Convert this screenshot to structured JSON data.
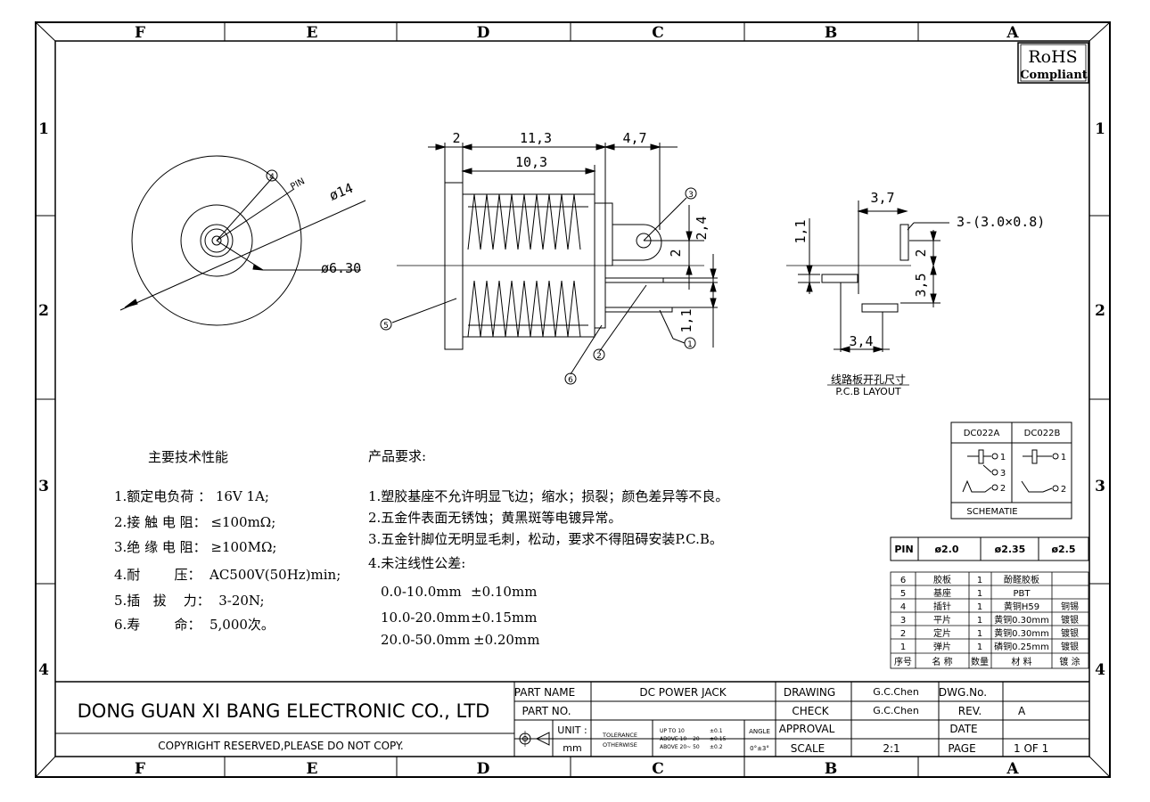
{
  "frame": {
    "columns": [
      "F",
      "E",
      "D",
      "C",
      "B",
      "A"
    ],
    "rows": [
      "1",
      "2",
      "3",
      "4"
    ]
  },
  "rohs": {
    "line1": "RoHS",
    "line2": "Compliant"
  },
  "front_view": {
    "balloon": "4",
    "pin_label": "PIN",
    "dia_outer": "ø14",
    "dia_inner": "ø6.30"
  },
  "side_view": {
    "dim_top_left": "2",
    "dim_top_mid": "11,3",
    "dim_top_right": "4,7",
    "dim_second": "10,3",
    "dim_v1": "2,4",
    "dim_v2": "2",
    "dim_v3": "1,1",
    "balloons": [
      "3",
      "5",
      "6",
      "2",
      "1"
    ]
  },
  "pcb_layout": {
    "dim_width": "3,7",
    "dim_slot": "3-(3.0×0.8)",
    "dim_left": "1,1",
    "dim_small": "2",
    "dim_mid": "3,5",
    "dim_bottom": "3,4",
    "caption_cn": "线路板开孔尺寸",
    "caption_en": "P.C.B LAYOUT"
  },
  "schematic": {
    "col_a": "DC022A",
    "col_b": "DC022B",
    "caption": "SCHEMATIE",
    "pins_a": [
      "1",
      "3",
      "2"
    ],
    "pins_b": [
      "1",
      "2"
    ]
  },
  "pin_table": {
    "headers": [
      "PIN",
      "ø2.0",
      "ø2.35",
      "ø2.5"
    ]
  },
  "bom": {
    "rows": [
      [
        "6",
        "胶板",
        "1",
        "酚醛胶板",
        ""
      ],
      [
        "5",
        "基座",
        "1",
        "PBT",
        ""
      ],
      [
        "4",
        "插针",
        "1",
        "黄铜H59",
        "铜锡"
      ],
      [
        "3",
        "平片",
        "1",
        "黄铜0.30mm",
        "镀银"
      ],
      [
        "2",
        "定片",
        "1",
        "黄铜0.30mm",
        "镀银"
      ],
      [
        "1",
        "弹片",
        "1",
        "磷铜0.25mm",
        "镀银"
      ]
    ],
    "header": [
      "序号",
      "名  称",
      "数量",
      "材  料",
      "镀  涂"
    ]
  },
  "specs": {
    "title": "主要技术性能",
    "items": [
      "1.额定电负荷 ： 16V 1A;",
      "2.接 触 电 阻：  ≤100mΩ;",
      "3.绝 缘 电 阻：  ≥100MΩ;",
      "4.耐        压：  AC500V(50Hz)min;",
      "5.插   拔    力：  3-20N;",
      "6.寿        命：  5,000次。"
    ]
  },
  "requirements": {
    "title": "产品要求:",
    "items": [
      "1.塑胶基座不允许明显飞边；缩水；损裂；颜色差异等不良。",
      "2.五金件表面无锈蚀；黄黑斑等电镀异常。",
      "3.五金针脚位无明显毛刺，松动，要求不得阻碍安装P.C.B。",
      "4.未注线性公差:"
    ],
    "tolerances": [
      {
        "range": "0.0-10.0mm",
        "tol": "±0.10mm"
      },
      {
        "range": "10.0-20.0mm",
        "tol": "±0.15mm"
      },
      {
        "range": "20.0-50.0mm",
        "tol": "±0.20mm"
      }
    ]
  },
  "title_block": {
    "company": "DONG GUAN XI BANG ELECTRONIC CO., LTD",
    "copyright": "COPYRIGHT RESERVED,PLEASE DO NOT COPY.",
    "part_name_label": "PART NAME",
    "part_name": "DC POWER JACK",
    "part_no_label": "PART NO.",
    "unit_label": "UNIT :",
    "unit": "mm",
    "tol_label_1": "TOLERANCE",
    "tol_label_2": "OTHERWISE",
    "tol_1": "UP TO 10",
    "tol_1v": "±0.1",
    "tol_2": "ABOVE 10~  20",
    "tol_2v": "±0.15",
    "tol_3": "ABOVE 20~  50",
    "tol_3v": "±0.2",
    "angle_label": "ANGLE",
    "angle": "0°±3°",
    "drawing_label": "DRAWING",
    "drawing": "G.C.Chen",
    "check_label": "CHECK",
    "check": "G.C.Chen",
    "approval_label": "APPROVAL",
    "scale_label": "SCALE",
    "scale": "2:1",
    "dwg_label": "DWG.No.",
    "rev_label": "REV.",
    "rev": "A",
    "date_label": "DATE",
    "page_label": "PAGE",
    "page": "1 OF 1"
  }
}
